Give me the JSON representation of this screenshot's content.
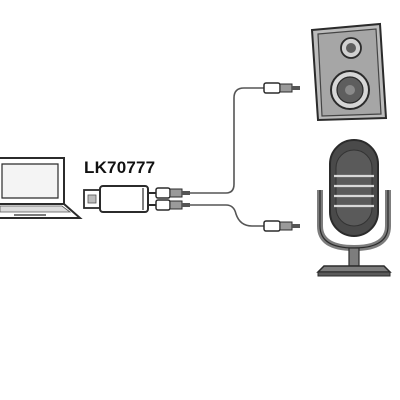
{
  "diagram": {
    "product_label": "LK70777",
    "devices": [
      {
        "name": "laptop",
        "icon": "laptop-icon"
      },
      {
        "name": "usb-adapter",
        "icon": "usb-adapter-icon"
      },
      {
        "name": "speaker",
        "icon": "speaker-icon"
      },
      {
        "name": "microphone",
        "icon": "microphone-icon"
      }
    ],
    "colors": {
      "line": "#2b2b2b",
      "cable": "#555555",
      "speaker_body": "#a6a6a6",
      "speaker_cone": "#5e5e5e",
      "mic_head": "#4a4a4a",
      "mic_stand": "#7d7d7d"
    }
  }
}
